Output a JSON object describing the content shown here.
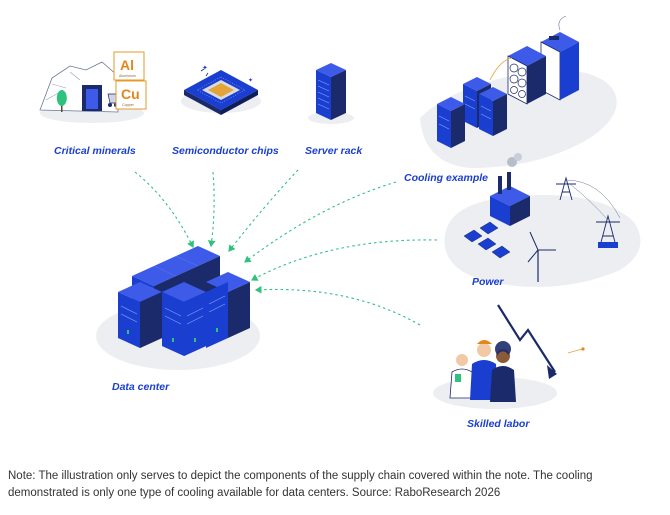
{
  "colors": {
    "accent_blue": "#1a3fd0",
    "arrow_green": "#2ec27e",
    "ground_gray": "#eceef2",
    "dark_navy": "#1b2a6b"
  },
  "nodes": {
    "critical_minerals": {
      "label": "Critical minerals",
      "icon": "mine-icon"
    },
    "al_tile": {
      "symbol": "Al",
      "name": "Aluminium"
    },
    "cu_tile": {
      "symbol": "Cu",
      "name": "Copper"
    },
    "semiconductor_chips": {
      "label": "Semiconductor chips",
      "icon": "chip-icon"
    },
    "server_rack": {
      "label": "Server rack",
      "icon": "server-rack-icon"
    },
    "cooling_example": {
      "label": "Cooling example",
      "icon": "cooling-system-icon"
    },
    "power": {
      "label": "Power",
      "icon": "power-plant-icon"
    },
    "skilled_labor": {
      "label": "Skilled labor",
      "icon": "workers-icon"
    },
    "data_center": {
      "label": "Data center",
      "icon": "data-center-icon"
    }
  },
  "note": "Note: The illustration only serves to depict the components of the supply chain covered within the note. The cooling demonstrated is only one type of cooling available for data centers. Source: RaboResearch 2026"
}
